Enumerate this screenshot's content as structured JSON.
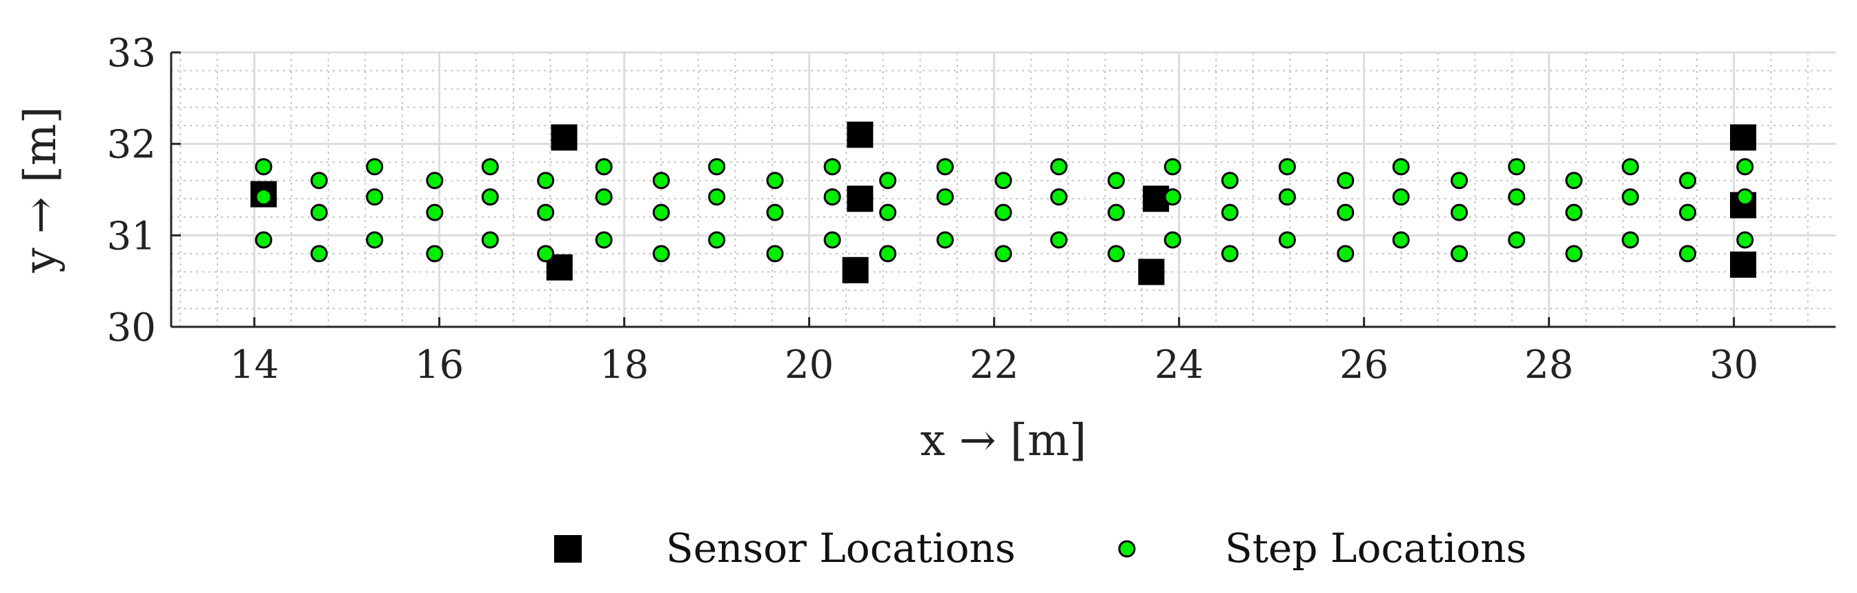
{
  "chart_data": {
    "type": "scatter",
    "xlabel": "x → [m]",
    "ylabel": "y → [m]",
    "xlim": [
      13.1,
      31.1
    ],
    "ylim": [
      30,
      33
    ],
    "xticks": [
      14,
      16,
      18,
      20,
      22,
      24,
      26,
      28,
      30
    ],
    "yticks": [
      30,
      31,
      32,
      33
    ],
    "xtick_labels": [
      "14",
      "16",
      "18",
      "20",
      "22",
      "24",
      "26",
      "28",
      "30"
    ],
    "ytick_labels": [
      "30",
      "31",
      "32",
      "33"
    ],
    "grid": true,
    "minor_grid": true,
    "legend_position": "bottom",
    "series": [
      {
        "name": "Sensor Locations",
        "marker": "square",
        "color": "#000000",
        "x": [
          14.1,
          17.35,
          17.3,
          20.55,
          20.55,
          20.5,
          23.75,
          23.7,
          30.1,
          30.1,
          30.1
        ],
        "y": [
          31.45,
          32.07,
          30.65,
          32.1,
          31.4,
          30.62,
          31.4,
          30.6,
          32.07,
          31.33,
          30.68
        ]
      },
      {
        "name": "Step Locations",
        "marker": "circle",
        "color": "#00ee00",
        "x": [
          14.1,
          14.1,
          14.1,
          14.7,
          14.7,
          14.7,
          15.3,
          15.3,
          15.3,
          15.95,
          15.95,
          15.95,
          16.55,
          16.55,
          16.55,
          17.15,
          17.15,
          17.15,
          17.78,
          17.78,
          17.78,
          18.4,
          18.4,
          18.4,
          19.0,
          19.0,
          19.0,
          19.63,
          19.63,
          19.63,
          20.25,
          20.25,
          20.25,
          20.85,
          20.85,
          20.85,
          21.47,
          21.47,
          21.47,
          22.1,
          22.1,
          22.1,
          22.7,
          22.7,
          22.7,
          23.32,
          23.32,
          23.32,
          23.93,
          23.93,
          23.93,
          24.55,
          24.55,
          24.55,
          25.17,
          25.17,
          25.17,
          25.8,
          25.8,
          25.8,
          26.4,
          26.4,
          26.4,
          27.03,
          27.03,
          27.03,
          27.65,
          27.65,
          27.65,
          28.27,
          28.27,
          28.27,
          28.88,
          28.88,
          28.88,
          29.5,
          29.5,
          29.5,
          30.12,
          30.12,
          30.12
        ],
        "y": [
          31.75,
          31.42,
          30.95,
          31.6,
          31.25,
          30.8,
          31.75,
          31.42,
          30.95,
          31.6,
          31.25,
          30.8,
          31.75,
          31.42,
          30.95,
          31.6,
          31.25,
          30.8,
          31.75,
          31.42,
          30.95,
          31.6,
          31.25,
          30.8,
          31.75,
          31.42,
          30.95,
          31.6,
          31.25,
          30.8,
          31.75,
          31.42,
          30.95,
          31.6,
          31.25,
          30.8,
          31.75,
          31.42,
          30.95,
          31.6,
          31.25,
          30.8,
          31.75,
          31.42,
          30.95,
          31.6,
          31.25,
          30.8,
          31.75,
          31.42,
          30.95,
          31.6,
          31.25,
          30.8,
          31.75,
          31.42,
          30.95,
          31.6,
          31.25,
          30.8,
          31.75,
          31.42,
          30.95,
          31.6,
          31.25,
          30.8,
          31.75,
          31.42,
          30.95,
          31.6,
          31.25,
          30.8,
          31.75,
          31.42,
          30.95,
          31.6,
          31.25,
          30.8,
          31.75,
          31.42,
          30.95
        ]
      }
    ]
  }
}
